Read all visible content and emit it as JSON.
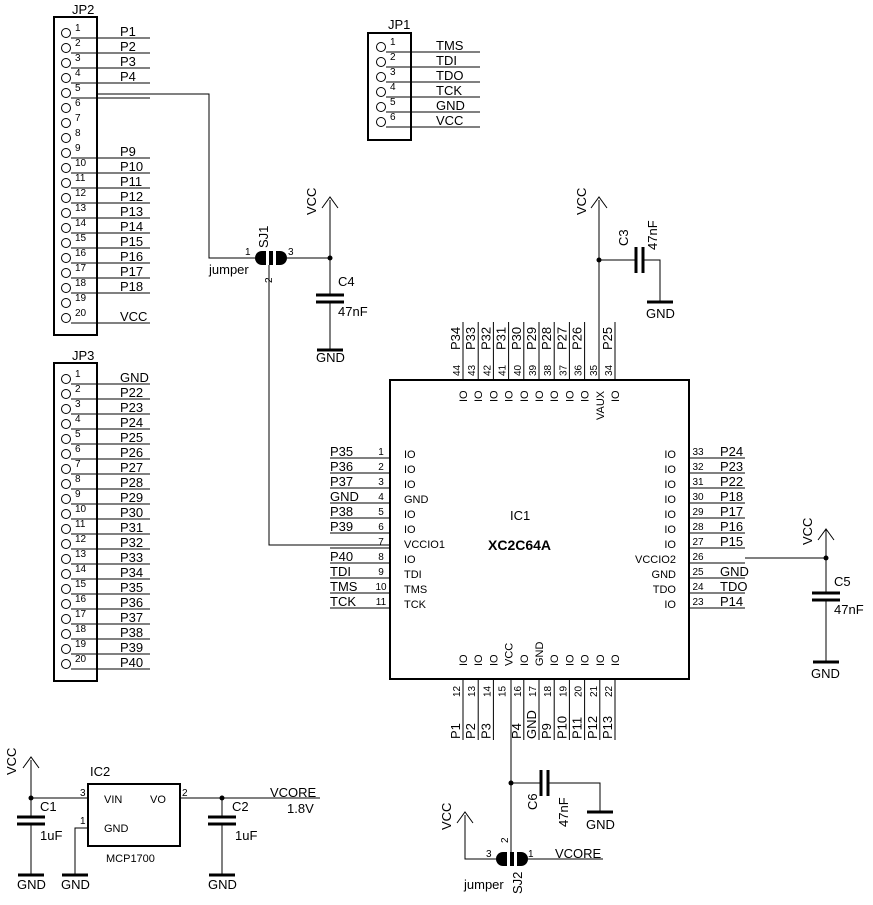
{
  "jp2": {
    "name": "JP2",
    "pins": [
      "1",
      "2",
      "3",
      "4",
      "5",
      "6",
      "7",
      "8",
      "9",
      "10",
      "11",
      "12",
      "13",
      "14",
      "15",
      "16",
      "17",
      "18",
      "19",
      "20"
    ],
    "nets": [
      "P1",
      "P2",
      "P3",
      "P4",
      "",
      "",
      "",
      "",
      "P9",
      "P10",
      "P11",
      "P12",
      "P13",
      "P14",
      "P15",
      "P16",
      "P17",
      "P18",
      "",
      "VCC"
    ]
  },
  "jp3": {
    "name": "JP3",
    "pins": [
      "1",
      "2",
      "3",
      "4",
      "5",
      "6",
      "7",
      "8",
      "9",
      "10",
      "11",
      "12",
      "13",
      "14",
      "15",
      "16",
      "17",
      "18",
      "19",
      "20"
    ],
    "nets": [
      "GND",
      "P22",
      "P23",
      "P24",
      "P25",
      "P26",
      "P27",
      "P28",
      "P29",
      "P30",
      "P31",
      "P32",
      "P33",
      "P34",
      "P35",
      "P36",
      "P37",
      "P38",
      "P39",
      "P40"
    ]
  },
  "jp1": {
    "name": "JP1",
    "pins": [
      "1",
      "2",
      "3",
      "4",
      "5",
      "6"
    ],
    "nets": [
      "TMS",
      "TDI",
      "TDO",
      "TCK",
      "GND",
      "VCC"
    ]
  },
  "ic1": {
    "name": "IC1",
    "part": "XC2C64A",
    "left": {
      "pins": [
        "1",
        "2",
        "3",
        "4",
        "5",
        "6",
        "7",
        "8",
        "9",
        "10",
        "11"
      ],
      "labels": [
        "IO",
        "IO",
        "IO",
        "GND",
        "IO",
        "IO",
        "VCCIO1",
        "IO",
        "TDI",
        "TMS",
        "TCK"
      ],
      "nets": [
        "P35",
        "P36",
        "P37",
        "GND",
        "P38",
        "P39",
        "",
        "P40",
        "TDI",
        "TMS",
        "TCK"
      ]
    },
    "right": {
      "pins": [
        "33",
        "32",
        "31",
        "30",
        "29",
        "28",
        "27",
        "26",
        "25",
        "24",
        "23"
      ],
      "labels": [
        "IO",
        "IO",
        "IO",
        "IO",
        "IO",
        "IO",
        "IO",
        "VCCIO2",
        "GND",
        "TDO",
        "IO"
      ],
      "nets": [
        "P24",
        "P23",
        "P22",
        "P18",
        "P17",
        "P16",
        "P15",
        "",
        "GND",
        "TDO",
        "P14"
      ]
    },
    "top": {
      "pins": [
        "44",
        "43",
        "42",
        "41",
        "40",
        "39",
        "38",
        "37",
        "36",
        "35",
        "34"
      ],
      "labels": [
        "IO",
        "IO",
        "IO",
        "IO",
        "IO",
        "IO",
        "IO",
        "IO",
        "IO",
        "VAUX",
        "IO"
      ],
      "nets": [
        "P34",
        "P33",
        "P32",
        "P31",
        "P30",
        "P29",
        "P28",
        "P27",
        "P26",
        "",
        "P25"
      ]
    },
    "bottom": {
      "pins": [
        "12",
        "13",
        "14",
        "15",
        "16",
        "17",
        "18",
        "19",
        "20",
        "21",
        "22"
      ],
      "labels": [
        "IO",
        "IO",
        "IO",
        "VCC",
        "IO",
        "GND",
        "IO",
        "IO",
        "IO",
        "IO",
        "IO"
      ],
      "nets": [
        "P1",
        "P2",
        "P3",
        "",
        "P4",
        "GND",
        "P9",
        "P10",
        "P11",
        "P12",
        "P13"
      ]
    }
  },
  "sj1": {
    "name": "SJ1",
    "value": "jumper",
    "pins": [
      "1",
      "2",
      "3"
    ]
  },
  "sj2": {
    "name": "SJ2",
    "value": "jumper",
    "pins": [
      "3",
      "2",
      "1"
    ]
  },
  "c3": {
    "name": "C3",
    "value": "47nF"
  },
  "c4": {
    "name": "C4",
    "value": "47nF"
  },
  "c5": {
    "name": "C5",
    "value": "47nF"
  },
  "c6": {
    "name": "C6",
    "value": "47nF"
  },
  "c1": {
    "name": "C1",
    "value": "1uF"
  },
  "c2": {
    "name": "C2",
    "value": "1uF"
  },
  "ic2": {
    "name": "IC2",
    "part": "MCP1700",
    "vin": "VIN",
    "vo": "VO",
    "gnd": "GND",
    "pin_in": "3",
    "pin_out": "2",
    "pin_gnd": "1"
  },
  "nets": {
    "vcc": "VCC",
    "gnd": "GND",
    "vcore": "VCORE",
    "vcore_value": "1.8V"
  }
}
